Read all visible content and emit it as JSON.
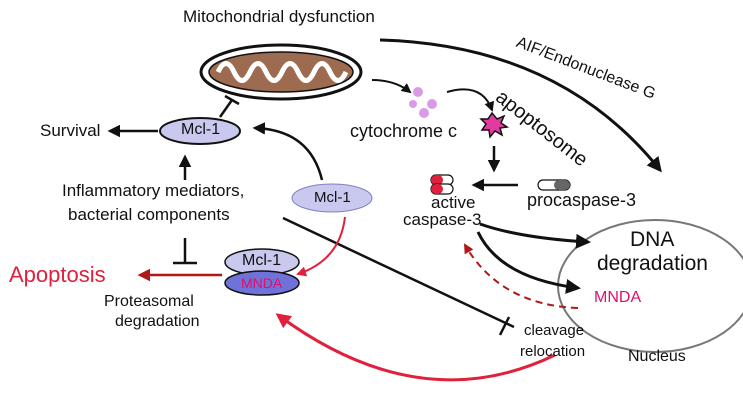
{
  "labels": {
    "mito_dysfunction": "Mitochondrial dysfunction",
    "aif_endo": "AIF/Endonuclease G",
    "cytochrome_c": "cytochrome c",
    "apoptosome": "apoptosome",
    "survival": "Survival",
    "mcl1_top": "Mcl-1",
    "mcl1_free": "Mcl-1",
    "mcl1_complex": "Mcl-1",
    "mnda_complex": "MNDA",
    "inflammatory_line1": "Inflammatory mediators,",
    "inflammatory_line2": "bacterial components",
    "active_casp_line1": "active",
    "active_casp_line2": "caspase-3",
    "procaspase": "procaspase-3",
    "apoptosis": "Apoptosis",
    "proteasomal_line1": "Proteasomal",
    "proteasomal_line2": "degradation",
    "dna_line1": "DNA",
    "dna_line2": "degradation",
    "mnda_nucleus": "MNDA",
    "cleavage": "cleavage",
    "relocation": "relocation",
    "nucleus": "Nucleus"
  },
  "colors": {
    "text": "#111111",
    "accent_red": "#e0203c",
    "dark_red": "#b01818",
    "mnda_text": "#e0106a",
    "oval_fill": "#c9c8ef",
    "mnda_fill": "#6f72d8",
    "mito_fill": "#9c6b50",
    "cyto_dots": "#d99ae6",
    "apoptosome_fill": "#e23aa0"
  },
  "icons": [
    "mitochondrion-icon",
    "cytochrome-c-dots-icon",
    "apoptosome-icon",
    "active-caspase-3-icon",
    "procaspase-3-icon"
  ]
}
